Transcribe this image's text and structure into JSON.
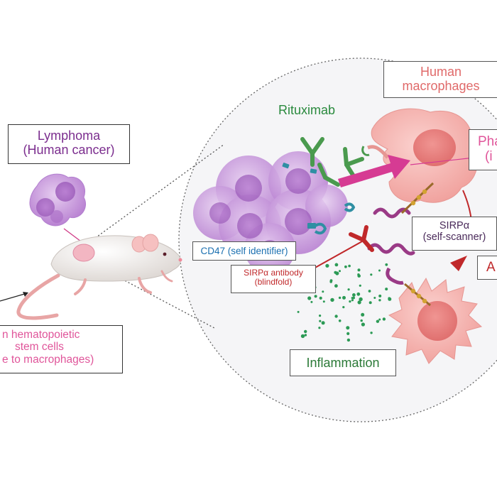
{
  "labels": {
    "lymphoma": {
      "line1": "Lymphoma",
      "line2": "(Human cancer)"
    },
    "hsc": {
      "line1": "n hematopoietic",
      "line2": "stem cells",
      "line3": "e to macrophages)"
    },
    "macrophages": {
      "line1": "Human",
      "line2": "macrophages"
    },
    "rituximab": "Rituximab",
    "phago": {
      "line1": "Pha",
      "line2": "(i"
    },
    "sirpa": {
      "line1": "SIRPα",
      "line2": "(self-scanner)"
    },
    "cd47": "CD47 (self identifier)",
    "sirpa_antibody": {
      "line1": "SIRPα antibody",
      "line2": "(blindfold)"
    },
    "a_clip": "A",
    "inflammation": "Inflammation"
  },
  "colors": {
    "lymphoma_purple": "#c08fd6",
    "macrophage_pink": "#f4a9a6",
    "rituximab_green": "#4a9a4e",
    "cd47_teal": "#2f8fa3",
    "sirpa_purple": "#9a3a86",
    "antibody_red": "#c0282a",
    "arrow_magenta": "#d63b93"
  }
}
